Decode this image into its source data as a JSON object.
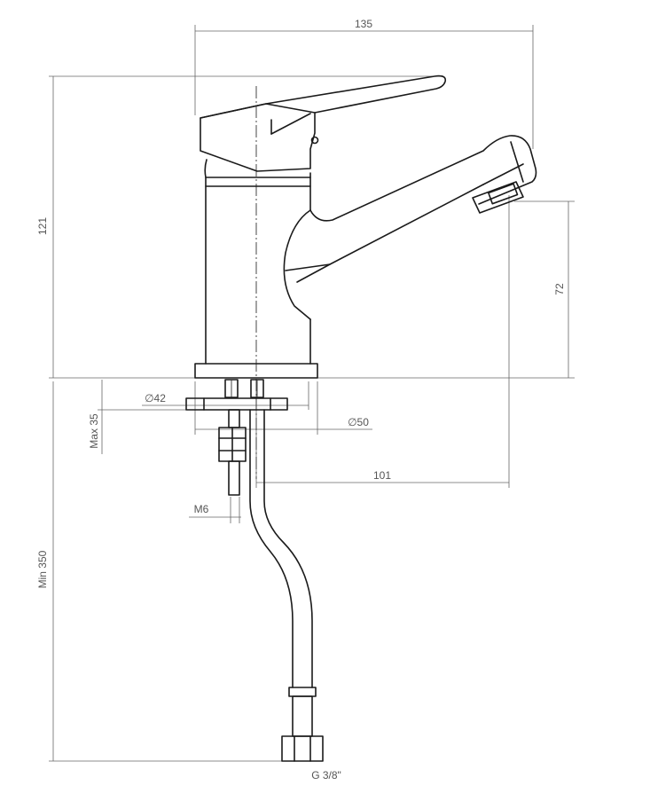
{
  "labels": {
    "width_135": "135",
    "height_121": "121",
    "spout_height_72": "72",
    "diam_42": "∅42",
    "diam_50": "∅50",
    "max_35": "Max 35",
    "reach_101": "101",
    "thread_m6": "M6",
    "min_350": "Min 350",
    "connection_g38": "G 3/8\""
  },
  "colors": {
    "line": "#1a1a1a",
    "dimension": "#666666"
  }
}
